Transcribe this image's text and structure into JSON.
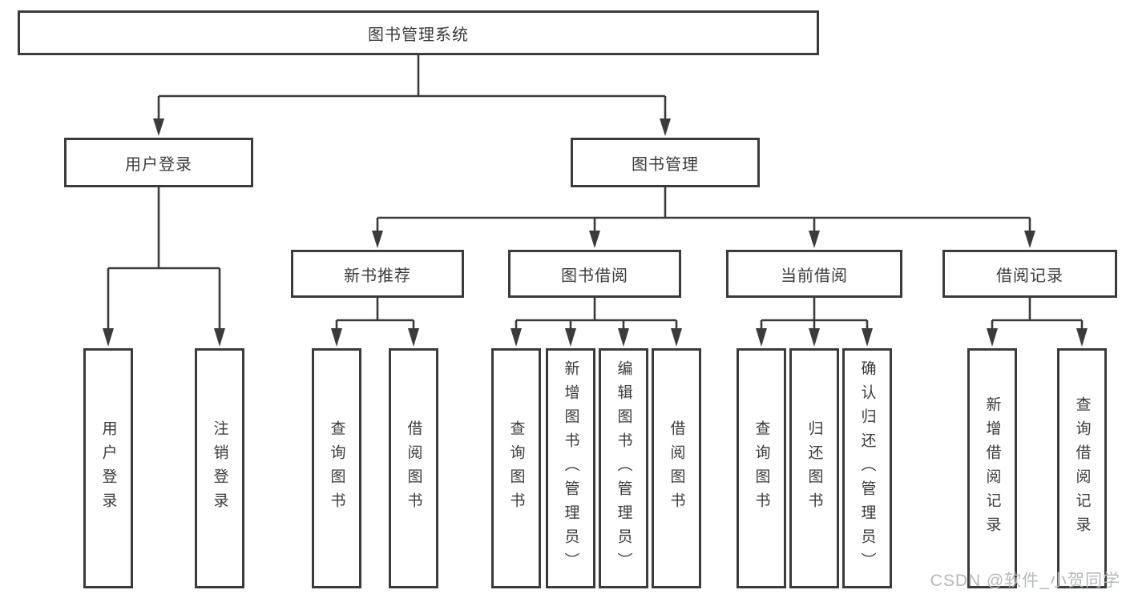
{
  "diagram": {
    "root": {
      "label": "图书管理系统"
    },
    "level1": [
      {
        "label": "用户登录"
      },
      {
        "label": "图书管理"
      }
    ],
    "level2": [
      {
        "label": "新书推荐"
      },
      {
        "label": "图书借阅"
      },
      {
        "label": "当前借阅"
      },
      {
        "label": "借阅记录"
      }
    ],
    "leaves": [
      {
        "label": "用户登录"
      },
      {
        "label": "注销登录"
      },
      {
        "label": "查询图书"
      },
      {
        "label": "借阅图书"
      },
      {
        "label": "查询图书"
      },
      {
        "label": "新增图书（管理员）"
      },
      {
        "label": "编辑图书（管理员）"
      },
      {
        "label": "借阅图书"
      },
      {
        "label": "查询图书"
      },
      {
        "label": "归还图书"
      },
      {
        "label": "确认归还（管理员）"
      },
      {
        "label": "新增借阅记录"
      },
      {
        "label": "查询借阅记录"
      }
    ],
    "watermark": "CSDN @软件_小贺同学"
  },
  "colors": {
    "line": "#3b3b3b",
    "text": "#3a3a3a",
    "watermark": "#b6b8bc",
    "background": "#ffffff"
  }
}
